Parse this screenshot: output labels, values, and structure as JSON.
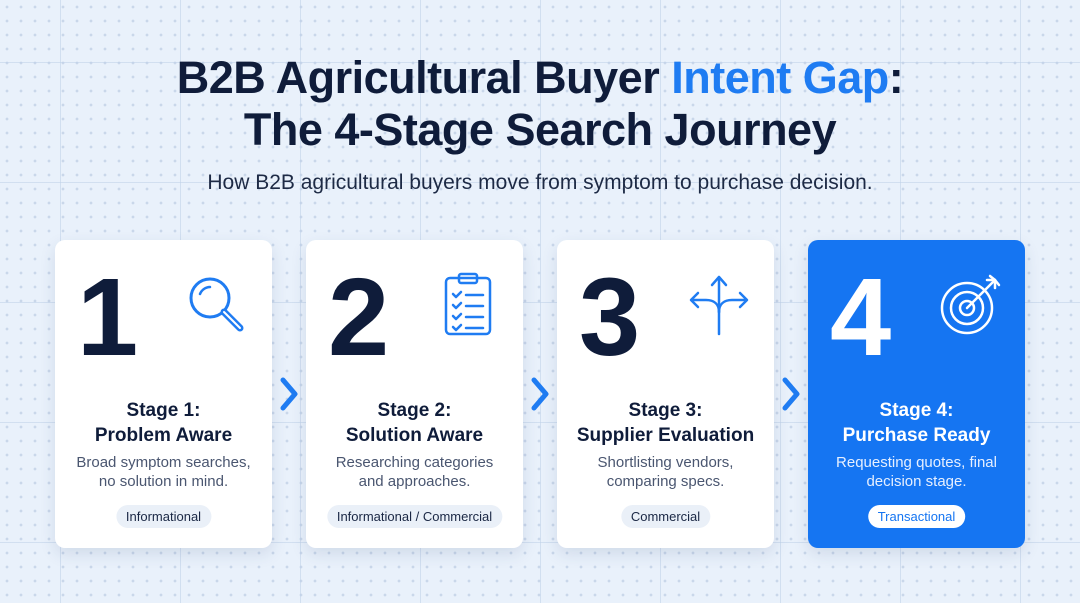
{
  "title": {
    "part1": "B2B Agricultural Buyer ",
    "accent": "Intent Gap",
    "part2": ":",
    "line2": "The 4-Stage Search Journey"
  },
  "subtitle": "How B2B agricultural buyers move from symptom to purchase decision.",
  "colors": {
    "accent": "#1f7cf2",
    "active_card": "#1575f2",
    "dark": "#0f1c3a"
  },
  "stages": [
    {
      "number": "1",
      "title_line1": "Stage 1:",
      "title_line2": "Problem Aware",
      "desc_line1": "Broad symptom searches,",
      "desc_line2": "no solution in mind.",
      "badge": "Informational",
      "icon": "magnifying-glass-icon"
    },
    {
      "number": "2",
      "title_line1": "Stage 2:",
      "title_line2": "Solution Aware",
      "desc_line1": "Researching categories",
      "desc_line2": "and approaches.",
      "badge": "Informational / Commercial",
      "icon": "clipboard-checklist-icon"
    },
    {
      "number": "3",
      "title_line1": "Stage 3:",
      "title_line2": "Supplier Evaluation",
      "desc_line1": "Shortlisting vendors,",
      "desc_line2": "comparing specs.",
      "badge": "Commercial",
      "icon": "branching-arrows-icon"
    },
    {
      "number": "4",
      "title_line1": "Stage 4:",
      "title_line2": "Purchase Ready",
      "desc_line1": "Requesting quotes, final",
      "desc_line2": "decision stage.",
      "badge": "Transactional",
      "icon": "target-arrow-icon"
    }
  ]
}
